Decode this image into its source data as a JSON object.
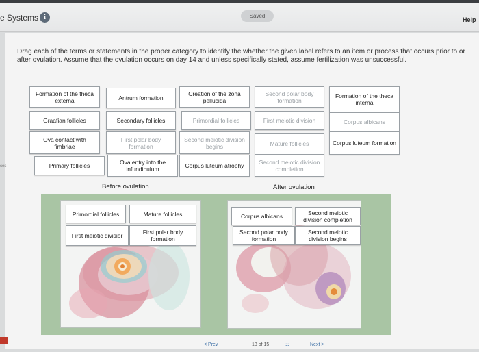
{
  "header": {
    "app_title": "e Systems",
    "info_icon": "i",
    "saved": "Saved",
    "help": "Help"
  },
  "instructions": "Drag each of the terms or statements in the proper category to identify the whether the given label refers to an item or process that occurs prior to or after ovulation. Assume that the ovulation occurs on day 14 and unless specifically stated, assume fertilization was unsuccessful.",
  "side_tab": "ces",
  "term_bank": [
    {
      "label": "Formation of the theca externa",
      "faded": false
    },
    {
      "label": "Antrum formation",
      "faded": false
    },
    {
      "label": "Creation of the zona pellucida",
      "faded": false
    },
    {
      "label": "Second polar body formation",
      "faded": true
    },
    {
      "label": "Formation of the theca interna",
      "faded": false
    },
    {
      "label": "Graafian follicles",
      "faded": false
    },
    {
      "label": "Secondary follicles",
      "faded": false
    },
    {
      "label": "Primordial follicles",
      "faded": true
    },
    {
      "label": "First meiotic division",
      "faded": true
    },
    {
      "label": "Corpus albicans",
      "faded": true
    },
    {
      "label": "Ova contact with fimbriae",
      "faded": false
    },
    {
      "label": "First polar body formation",
      "faded": true
    },
    {
      "label": "Second meiotic division begins",
      "faded": true
    },
    {
      "label": "Mature follicles",
      "faded": true
    },
    {
      "label": "Corpus luteum formation",
      "faded": false
    },
    {
      "label": "Primary follicles",
      "faded": false
    },
    {
      "label": "Ova entry into the infundibulum",
      "faded": false
    },
    {
      "label": "Corpus luteum atrophy",
      "faded": false
    },
    {
      "label": "Second meiotic division completion",
      "faded": true
    }
  ],
  "categories": {
    "before": {
      "label": "Before ovulation",
      "items": [
        "Primordial follicles",
        "Mature follicles",
        "First meiotic divisior",
        "First polar body formation"
      ]
    },
    "after": {
      "label": "After ovulation",
      "items": [
        "Corpus albicans",
        "Second meiotic division completion",
        "Second polar body formation",
        "Second meiotic division begins"
      ]
    }
  },
  "footer": {
    "prev": "< Prev",
    "page": "13 of 15",
    "next": "Next >"
  }
}
